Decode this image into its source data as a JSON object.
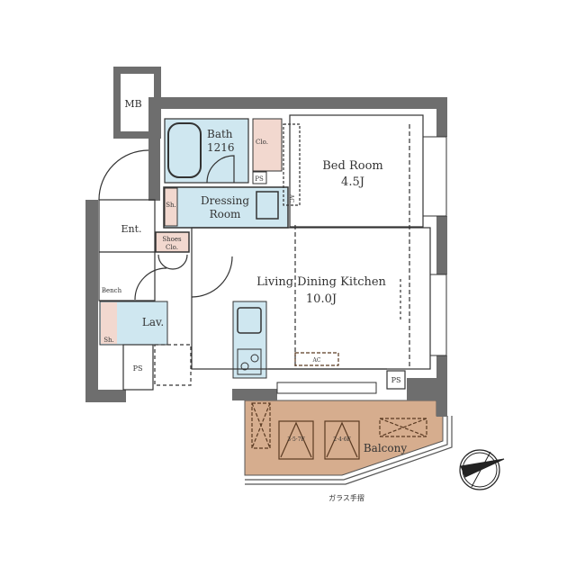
{
  "colors": {
    "wall": "#6e6e6e",
    "wet_area": "#cfe7f0",
    "closet": "#f2d8cf",
    "balcony": "#d6ad8e",
    "line": "#333333"
  },
  "rooms": {
    "mb": "MB",
    "bath": {
      "name": "Bath",
      "size": "1216"
    },
    "closet": "Clo.",
    "ps_top": "PS",
    "dressing": {
      "line1": "Dressing",
      "line2": "Room"
    },
    "dressing_shower": "Sh.",
    "ac_vertical": "AC",
    "bedroom": {
      "name": "Bed Room",
      "size": "4.5J"
    },
    "entrance": "Ent.",
    "shoes_closet": {
      "line1": "Shoes",
      "line2": "Clo."
    },
    "bench": "Bench",
    "lavatory": "Lav.",
    "lav_shower": "Sh.",
    "ps_left": "PS",
    "ldk": {
      "name": "Living Dining Kitchen",
      "size": "10.0J"
    },
    "ac_ldk": "AC",
    "ps_right": "PS",
    "hatch_357": "3·5·7F",
    "hatch_246": "2·4·6F",
    "balcony": "Balcony",
    "glass_railing": "ガラス手摺"
  },
  "compass": {
    "icon": "north-arrow-icon"
  }
}
